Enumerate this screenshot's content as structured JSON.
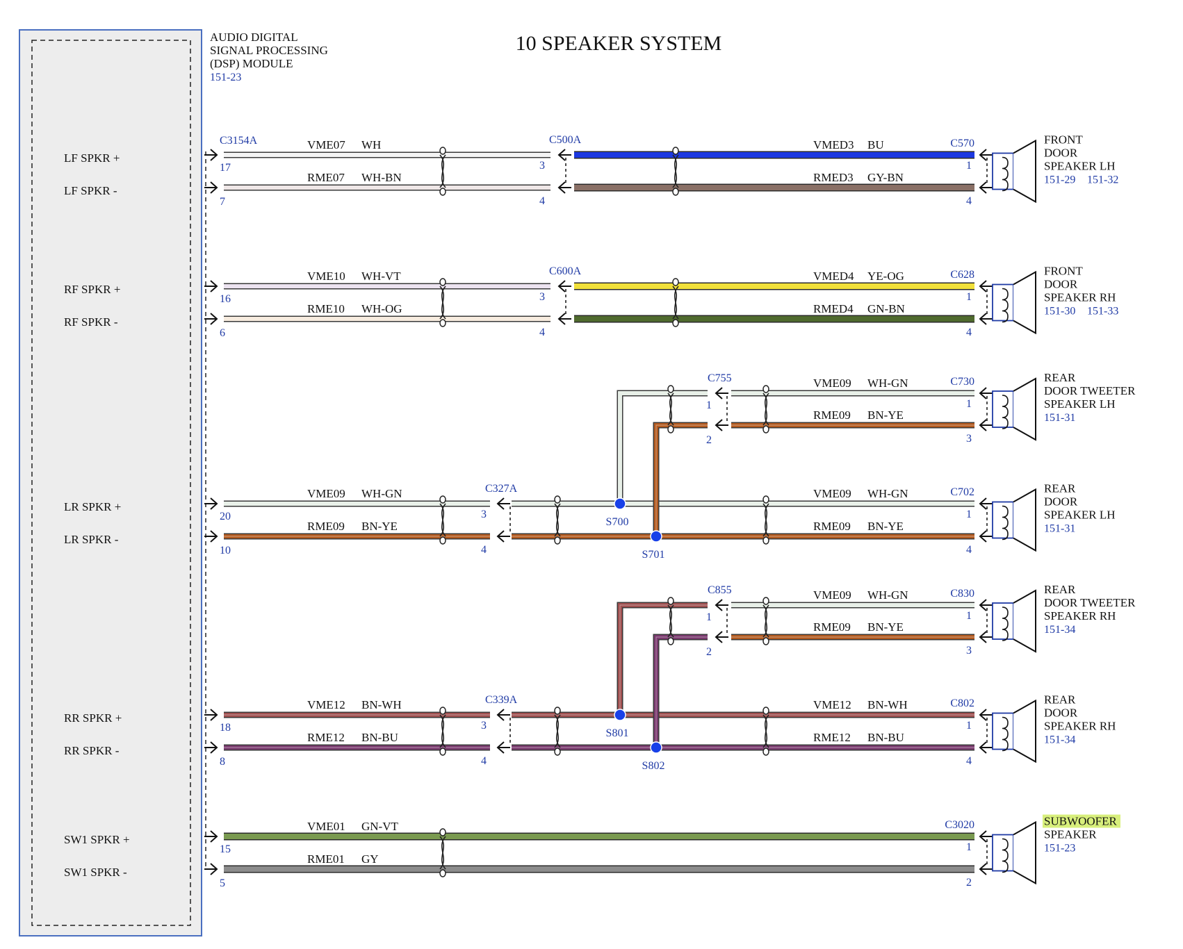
{
  "title": "10 SPEAKER SYSTEM",
  "module": {
    "name_lines": [
      "AUDIO DIGITAL",
      "SIGNAL PROCESSING",
      "(DSP) MODULE"
    ],
    "ref": "151-23",
    "connector": "C3154A"
  },
  "colors": {
    "WH": "#f4f4f4",
    "WH-BN": "#efe7e7",
    "WH-VT": "#ece3f0",
    "WH-OG": "#f7ecdf",
    "WH-GN": "#e8f0e8",
    "BN-YE": "#b35a1f",
    "BN-WH": "#a05050",
    "BN-BU": "#7a3a6e",
    "BU": "#1c38e0",
    "GY-BN": "#8a7066",
    "YE-OG": "#f1e03a",
    "GN-BN": "#4f6a2e",
    "GN-VT": "#7a9a50",
    "GY": "#8c8c8c",
    "splice": "#1840e8",
    "module_border": "#4a6fc0",
    "highlight": "#d8ef7c"
  },
  "channels": [
    {
      "id": "lf",
      "pos_label": "LF SPKR +",
      "neg_label": "LF SPKR -",
      "pos": {
        "pin": "17",
        "circuit": "VME07",
        "color": "WH"
      },
      "neg": {
        "pin": "7",
        "circuit": "RME07",
        "color": "WH-BN"
      },
      "inline": {
        "name": "C500A",
        "pin_pos": "3",
        "pin_neg": "4"
      },
      "far_pos": {
        "circuit": "VMED3",
        "color": "BU"
      },
      "far_neg": {
        "circuit": "RMED3",
        "color": "GY-BN"
      },
      "speaker": {
        "connector": "C570",
        "pin_pos": "1",
        "pin_neg": "4",
        "lines": [
          "FRONT",
          "DOOR",
          "SPEAKER LH"
        ],
        "refs": [
          "151-29",
          "151-32"
        ]
      }
    },
    {
      "id": "rf",
      "pos_label": "RF SPKR +",
      "neg_label": "RF SPKR -",
      "pos": {
        "pin": "16",
        "circuit": "VME10",
        "color": "WH-VT"
      },
      "neg": {
        "pin": "6",
        "circuit": "RME10",
        "color": "WH-OG"
      },
      "inline": {
        "name": "C600A",
        "pin_pos": "3",
        "pin_neg": "4"
      },
      "far_pos": {
        "circuit": "VMED4",
        "color": "YE-OG"
      },
      "far_neg": {
        "circuit": "RMED4",
        "color": "GN-BN"
      },
      "speaker": {
        "connector": "C628",
        "pin_pos": "1",
        "pin_neg": "4",
        "lines": [
          "FRONT",
          "DOOR",
          "SPEAKER RH"
        ],
        "refs": [
          "151-30",
          "151-33"
        ]
      }
    },
    {
      "id": "lr",
      "pos_label": "LR SPKR +",
      "neg_label": "LR SPKR -",
      "pos": {
        "pin": "20",
        "circuit": "VME09",
        "color": "WH-GN"
      },
      "neg": {
        "pin": "10",
        "circuit": "RME09",
        "color": "BN-YE"
      },
      "inline": {
        "name": "C327A",
        "pin_pos": "3",
        "pin_neg": "4"
      },
      "splices": [
        "S700",
        "S701"
      ],
      "far_pos": {
        "circuit": "VME09",
        "color": "WH-GN"
      },
      "far_neg": {
        "circuit": "RME09",
        "color": "BN-YE"
      },
      "speaker": {
        "connector": "C702",
        "pin_pos": "1",
        "pin_neg": "4",
        "lines": [
          "REAR",
          "DOOR",
          "SPEAKER LH"
        ],
        "refs": [
          "151-31"
        ]
      },
      "tweeter": {
        "inline": {
          "name": "C755",
          "pin_pos": "1",
          "pin_neg": "2"
        },
        "far_pos": {
          "circuit": "VME09",
          "color": "WH-GN"
        },
        "far_neg": {
          "circuit": "RME09",
          "color": "BN-YE"
        },
        "speaker": {
          "connector": "C730",
          "pin_pos": "1",
          "pin_neg": "3",
          "lines": [
            "REAR",
            "DOOR TWEETER",
            "SPEAKER LH"
          ],
          "refs": [
            "151-31"
          ]
        }
      }
    },
    {
      "id": "rr",
      "pos_label": "RR SPKR +",
      "neg_label": "RR SPKR -",
      "pos": {
        "pin": "18",
        "circuit": "VME12",
        "color": "BN-WH"
      },
      "neg": {
        "pin": "8",
        "circuit": "RME12",
        "color": "BN-BU"
      },
      "inline": {
        "name": "C339A",
        "pin_pos": "3",
        "pin_neg": "4"
      },
      "splices": [
        "S801",
        "S802"
      ],
      "far_pos": {
        "circuit": "VME12",
        "color": "BN-WH"
      },
      "far_neg": {
        "circuit": "RME12",
        "color": "BN-BU"
      },
      "speaker": {
        "connector": "C802",
        "pin_pos": "1",
        "pin_neg": "4",
        "lines": [
          "REAR",
          "DOOR",
          "SPEAKER RH"
        ],
        "refs": [
          "151-34"
        ]
      },
      "tweeter": {
        "inline": {
          "name": "C855",
          "pin_pos": "1",
          "pin_neg": "2"
        },
        "far_pos": {
          "circuit": "VME09",
          "color": "WH-GN"
        },
        "far_neg": {
          "circuit": "RME09",
          "color": "BN-YE"
        },
        "speaker": {
          "connector": "C830",
          "pin_pos": "1",
          "pin_neg": "3",
          "lines": [
            "REAR",
            "DOOR TWEETER",
            "SPEAKER RH"
          ],
          "refs": [
            "151-34"
          ]
        }
      }
    },
    {
      "id": "sw1",
      "pos_label": "SW1 SPKR +",
      "neg_label": "SW1 SPKR -",
      "pos": {
        "pin": "15",
        "circuit": "VME01",
        "color": "GN-VT"
      },
      "neg": {
        "pin": "5",
        "circuit": "RME01",
        "color": "GY"
      },
      "speaker": {
        "connector": "C3020",
        "pin_pos": "1",
        "pin_neg": "2",
        "lines": [
          "SUBWOOFER",
          "SPEAKER"
        ],
        "refs": [
          "151-23"
        ],
        "highlight_first": true
      }
    }
  ]
}
